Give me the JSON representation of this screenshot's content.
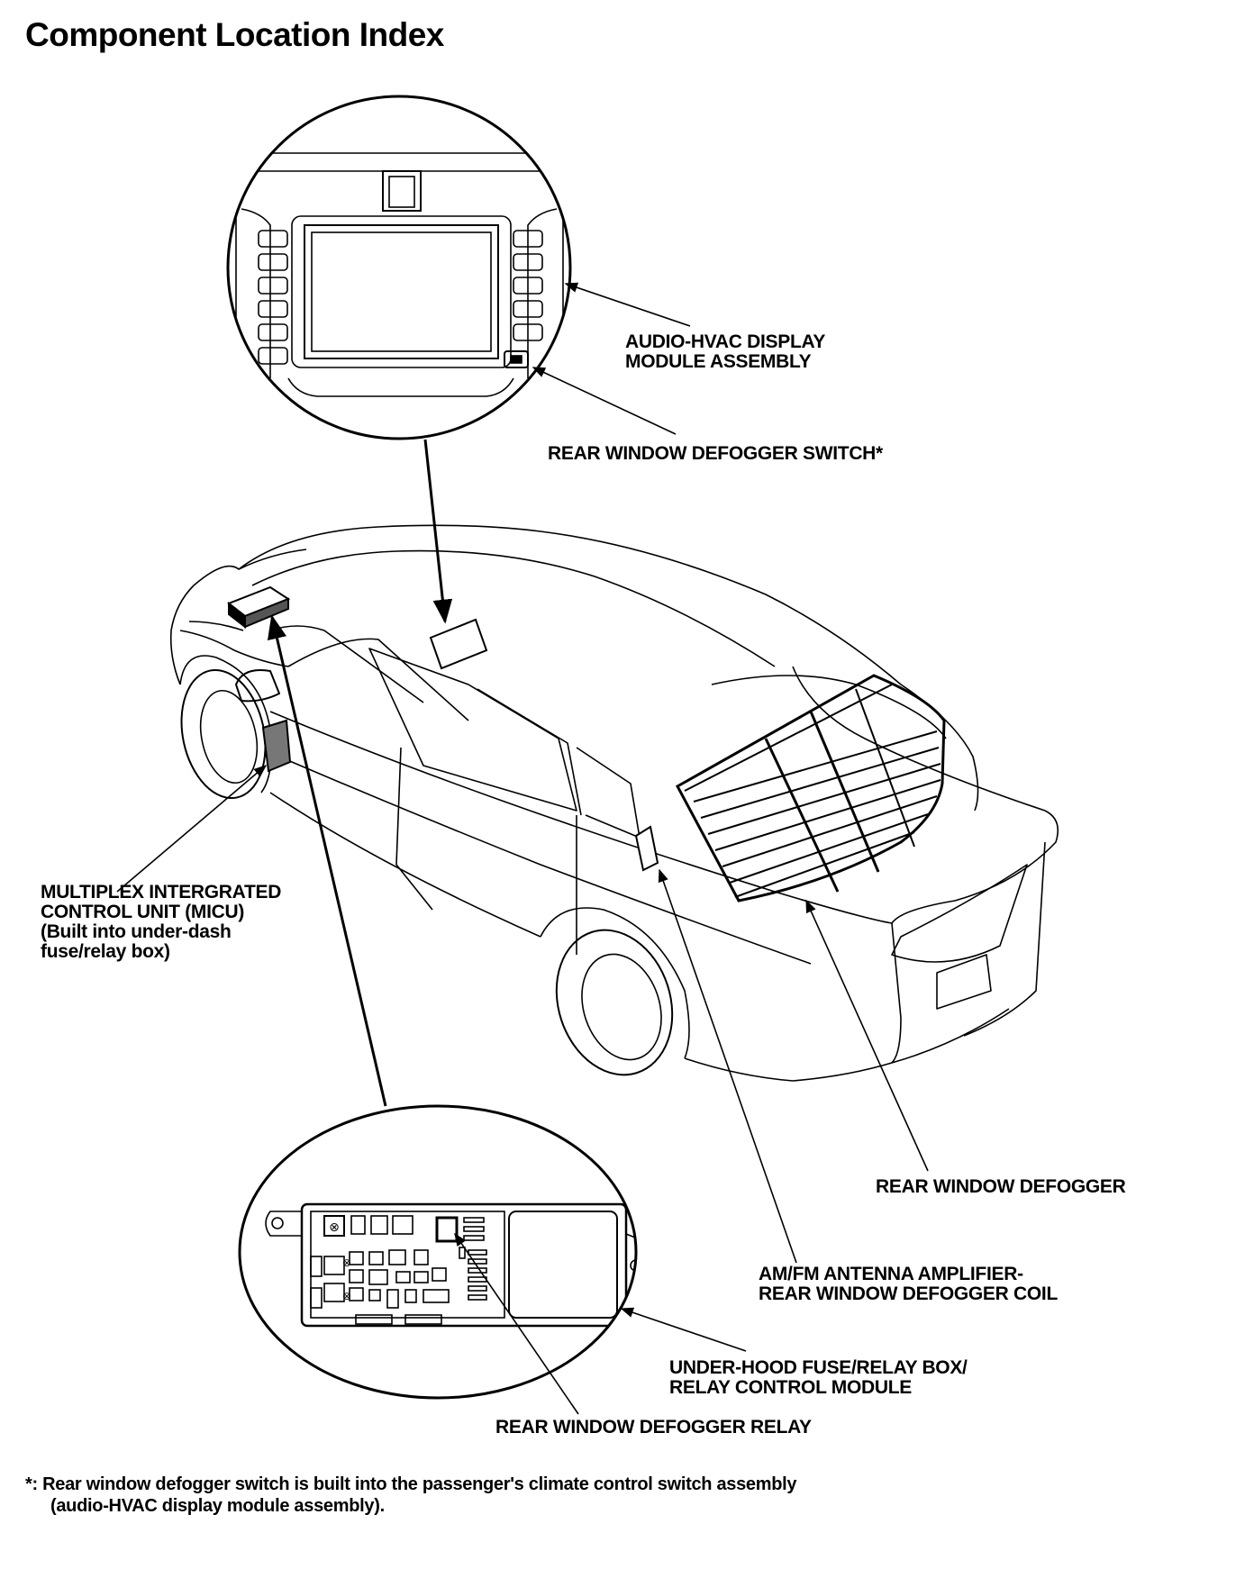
{
  "title": "Component Location Index",
  "labels": {
    "audio_hvac": [
      "AUDIO-HVAC DISPLAY",
      "MODULE ASSEMBLY"
    ],
    "defogger_switch": [
      "REAR WINDOW DEFOGGER SWITCH*"
    ],
    "micu": [
      "MULTIPLEX INTERGRATED",
      "CONTROL UNIT (MICU)",
      "(Built into under-dash",
      "fuse/relay box)"
    ],
    "rear_defogger": [
      "REAR WINDOW DEFOGGER"
    ],
    "antenna_amp": [
      "AM/FM ANTENNA AMPLIFIER-",
      "REAR WINDOW DEFOGGER COIL"
    ],
    "underhood_box": [
      "UNDER-HOOD FUSE/RELAY BOX/",
      "RELAY CONTROL MODULE"
    ],
    "defogger_relay": [
      "REAR WINDOW DEFOGGER RELAY"
    ]
  },
  "footnote": [
    "*: Rear window defogger switch is built into the passenger's climate control switch assembly",
    "(audio-HVAC display module assembly)."
  ],
  "relay_icon_glyph": "⊗"
}
